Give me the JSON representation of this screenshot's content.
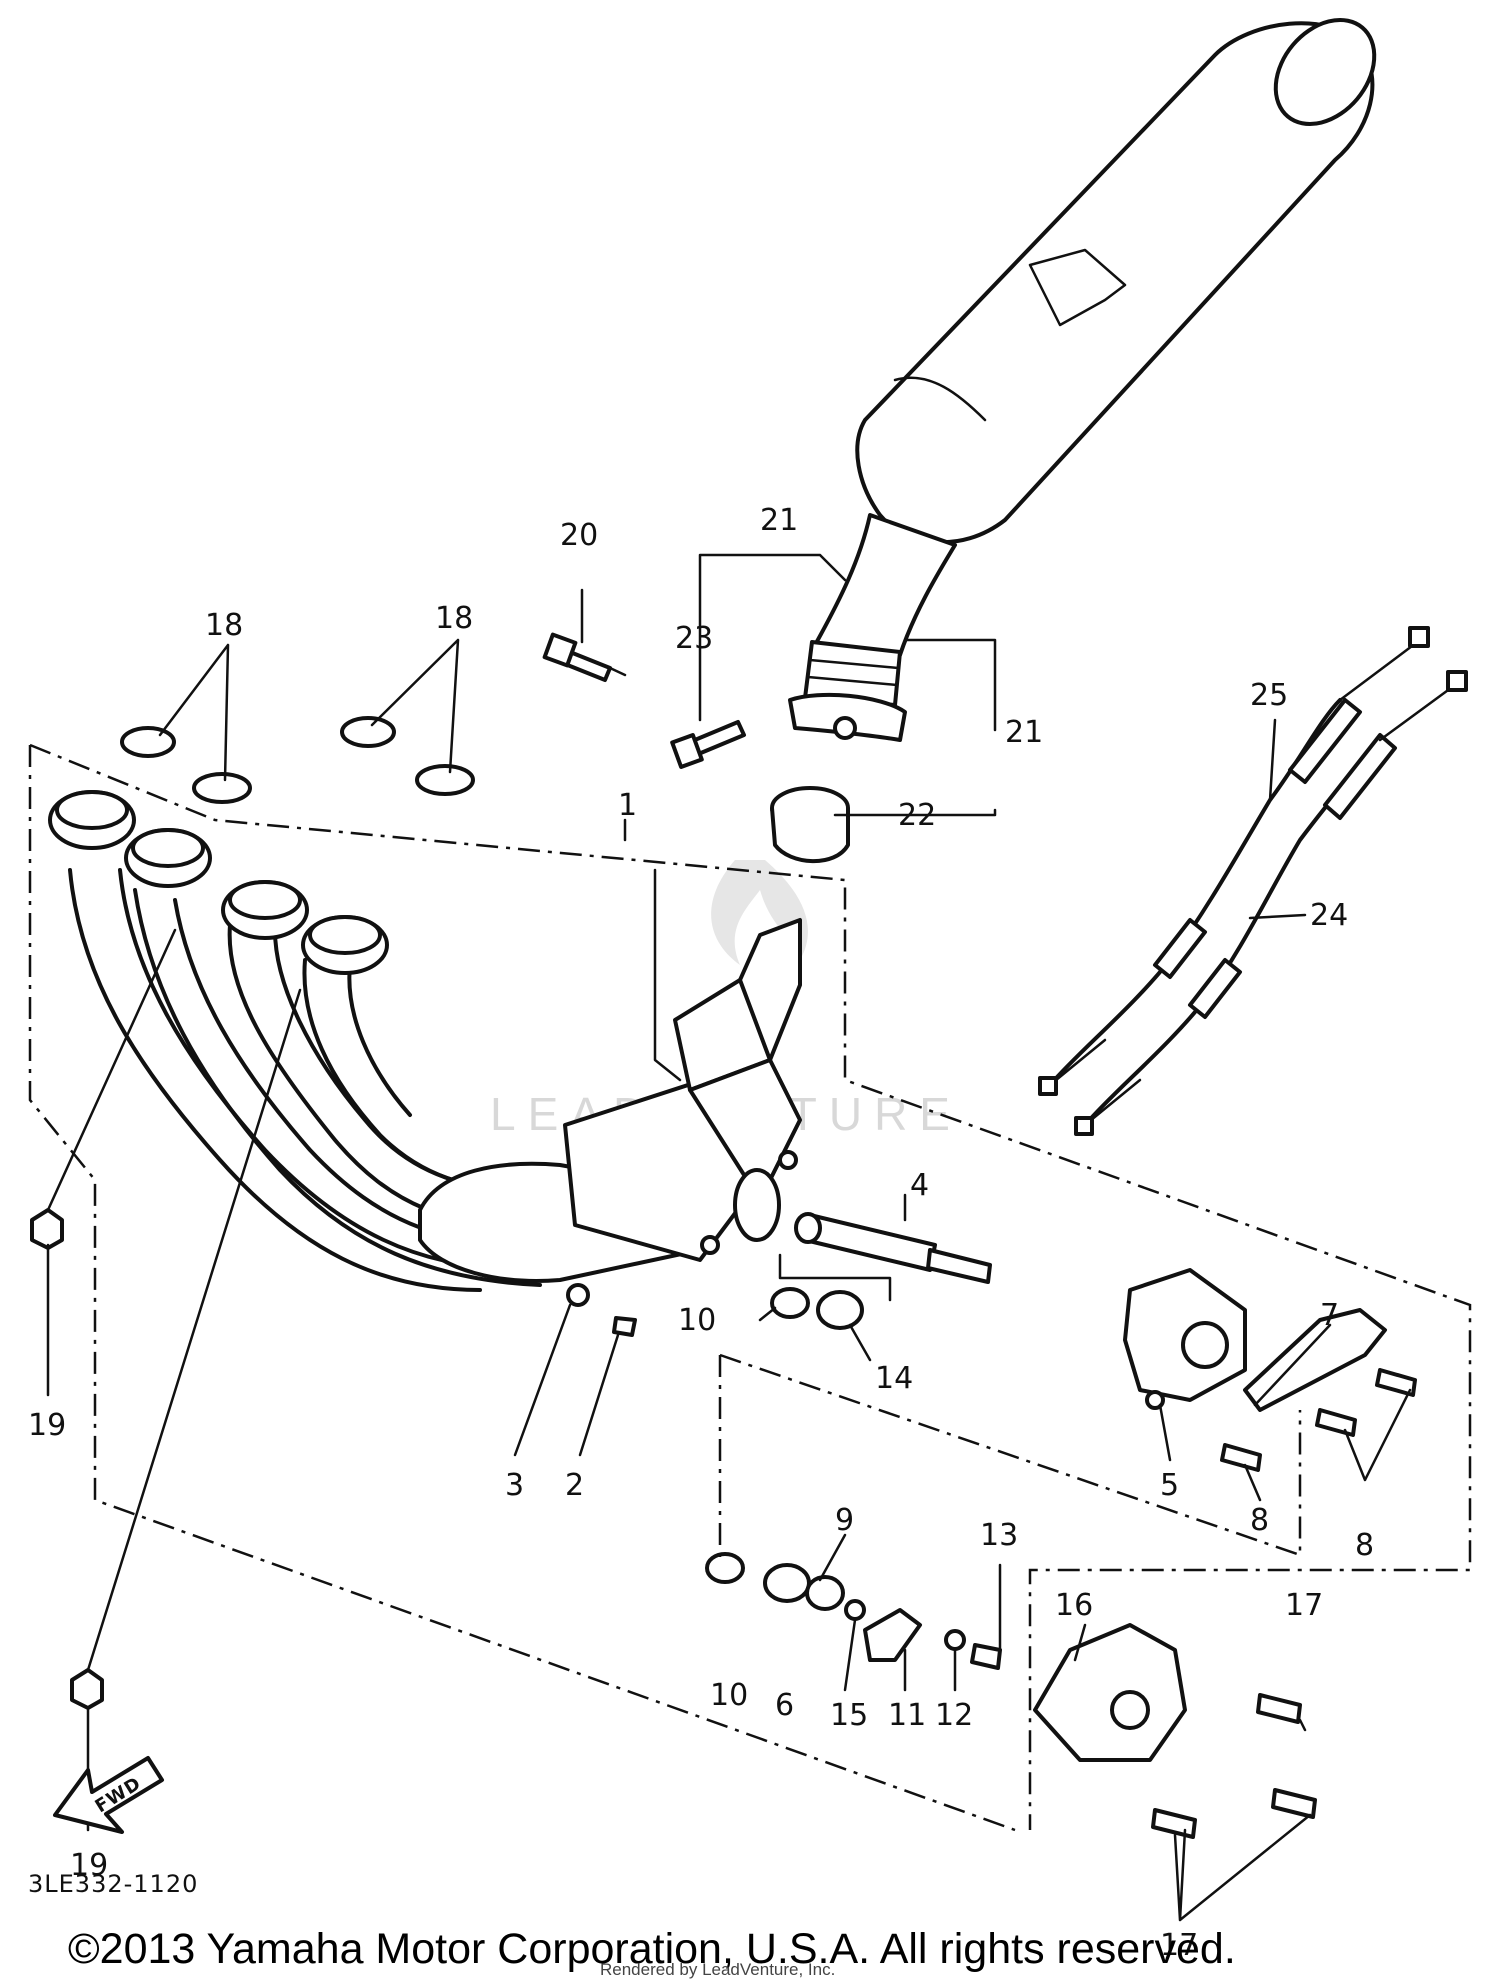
{
  "diagram": {
    "callouts": [
      {
        "id": "c1",
        "text": "1"
      },
      {
        "id": "c2",
        "text": "2"
      },
      {
        "id": "c3",
        "text": "3"
      },
      {
        "id": "c4",
        "text": "4"
      },
      {
        "id": "c5",
        "text": "5"
      },
      {
        "id": "c6",
        "text": "6"
      },
      {
        "id": "c7",
        "text": "7"
      },
      {
        "id": "c8a",
        "text": "8"
      },
      {
        "id": "c8b",
        "text": "8"
      },
      {
        "id": "c9",
        "text": "9"
      },
      {
        "id": "c10a",
        "text": "10"
      },
      {
        "id": "c10b",
        "text": "10"
      },
      {
        "id": "c11",
        "text": "11"
      },
      {
        "id": "c12",
        "text": "12"
      },
      {
        "id": "c13",
        "text": "13"
      },
      {
        "id": "c14",
        "text": "14"
      },
      {
        "id": "c15",
        "text": "15"
      },
      {
        "id": "c16",
        "text": "16"
      },
      {
        "id": "c17a",
        "text": "17"
      },
      {
        "id": "c17b",
        "text": "17"
      },
      {
        "id": "c18a",
        "text": "18"
      },
      {
        "id": "c18b",
        "text": "18"
      },
      {
        "id": "c19a",
        "text": "19"
      },
      {
        "id": "c19b",
        "text": "19"
      },
      {
        "id": "c20",
        "text": "20"
      },
      {
        "id": "c21a",
        "text": "21"
      },
      {
        "id": "c21b",
        "text": "21"
      },
      {
        "id": "c22",
        "text": "22"
      },
      {
        "id": "c23",
        "text": "23"
      },
      {
        "id": "c24",
        "text": "24"
      },
      {
        "id": "c25",
        "text": "25"
      }
    ],
    "fwd_label": "FWD",
    "drawing_code": "3LE332-1120",
    "watermark": "LEADVENTURE",
    "rendered_by": "Rendered by LeadVenture, Inc.",
    "copyright": "©2013 Yamaha Motor Corporation, U.S.A. All rights reserved."
  }
}
